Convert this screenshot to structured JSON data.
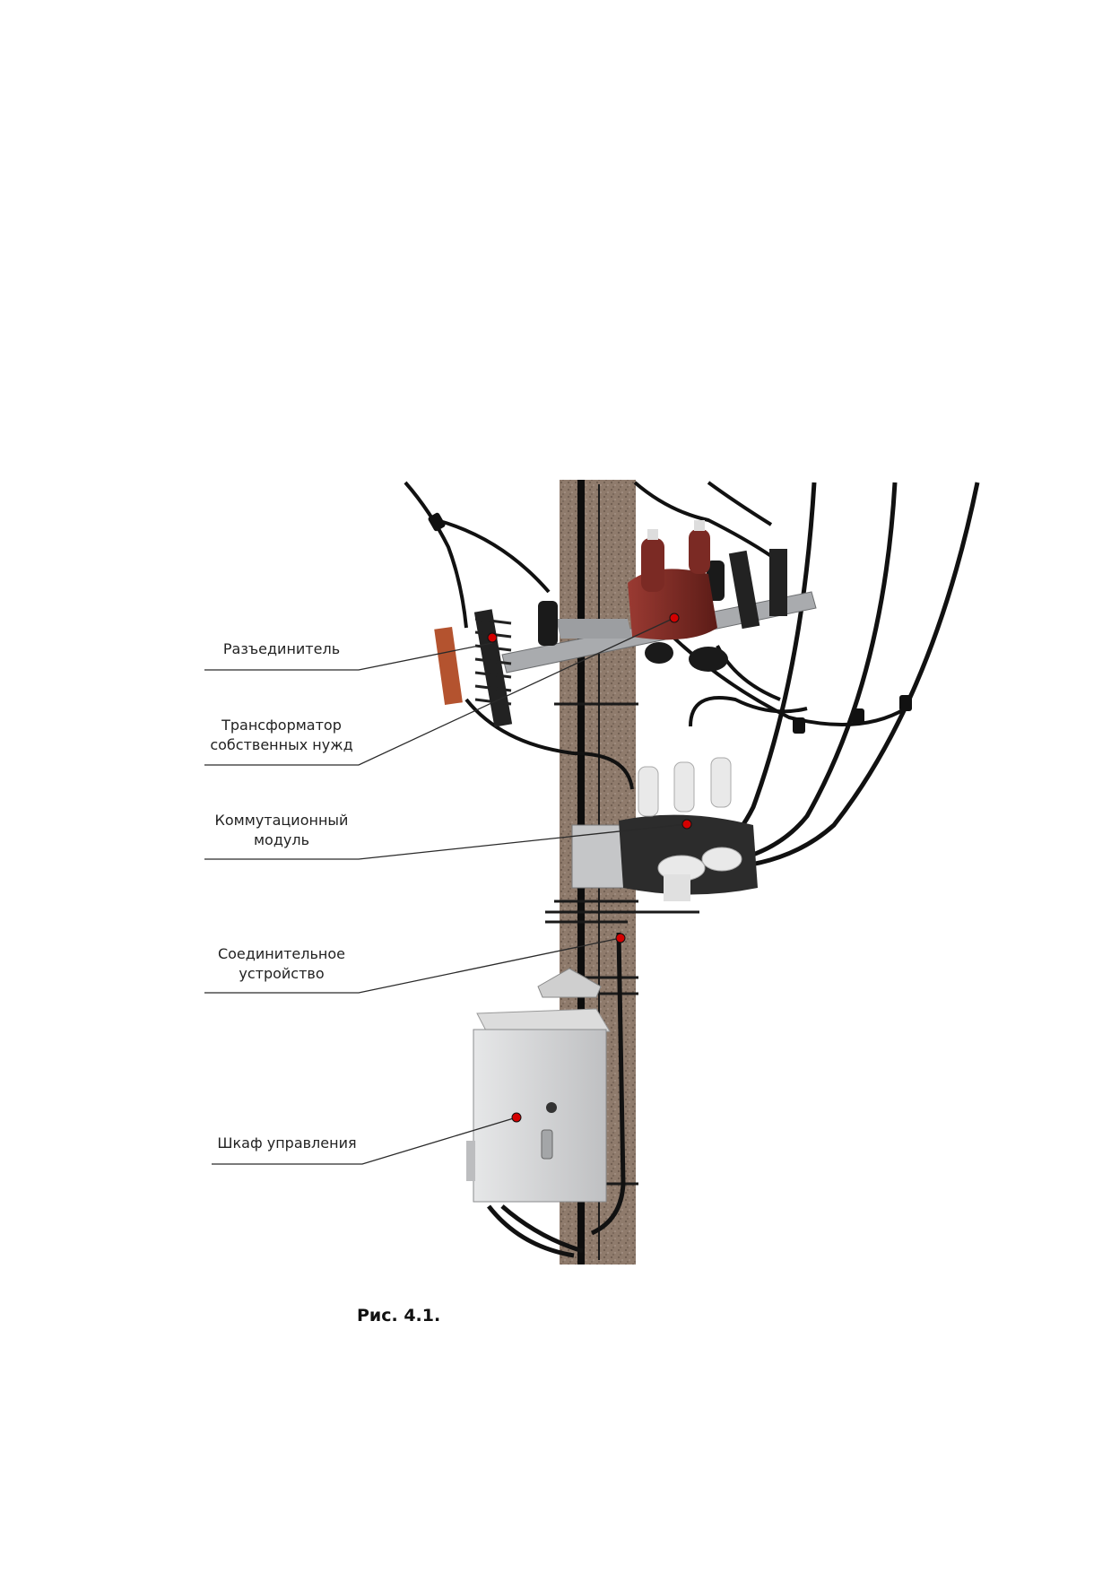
{
  "labels": {
    "disconnector": "Разъединитель",
    "transformer_line1": "Трансформатор",
    "transformer_line2": "собственных нужд",
    "switching_line1": "Коммутационный",
    "switching_line2": "модуль",
    "connector_line1": "Соединительное",
    "connector_line2": "устройство",
    "cabinet": "Шкаф управления"
  },
  "caption": "Рис. 4.1.",
  "colors": {
    "pole": "#8a7566",
    "cable": "#111111",
    "transformer": "#7b2a24",
    "insulator": "#222222",
    "cabinet": "#d2d3d5",
    "marker": "#d40000"
  }
}
